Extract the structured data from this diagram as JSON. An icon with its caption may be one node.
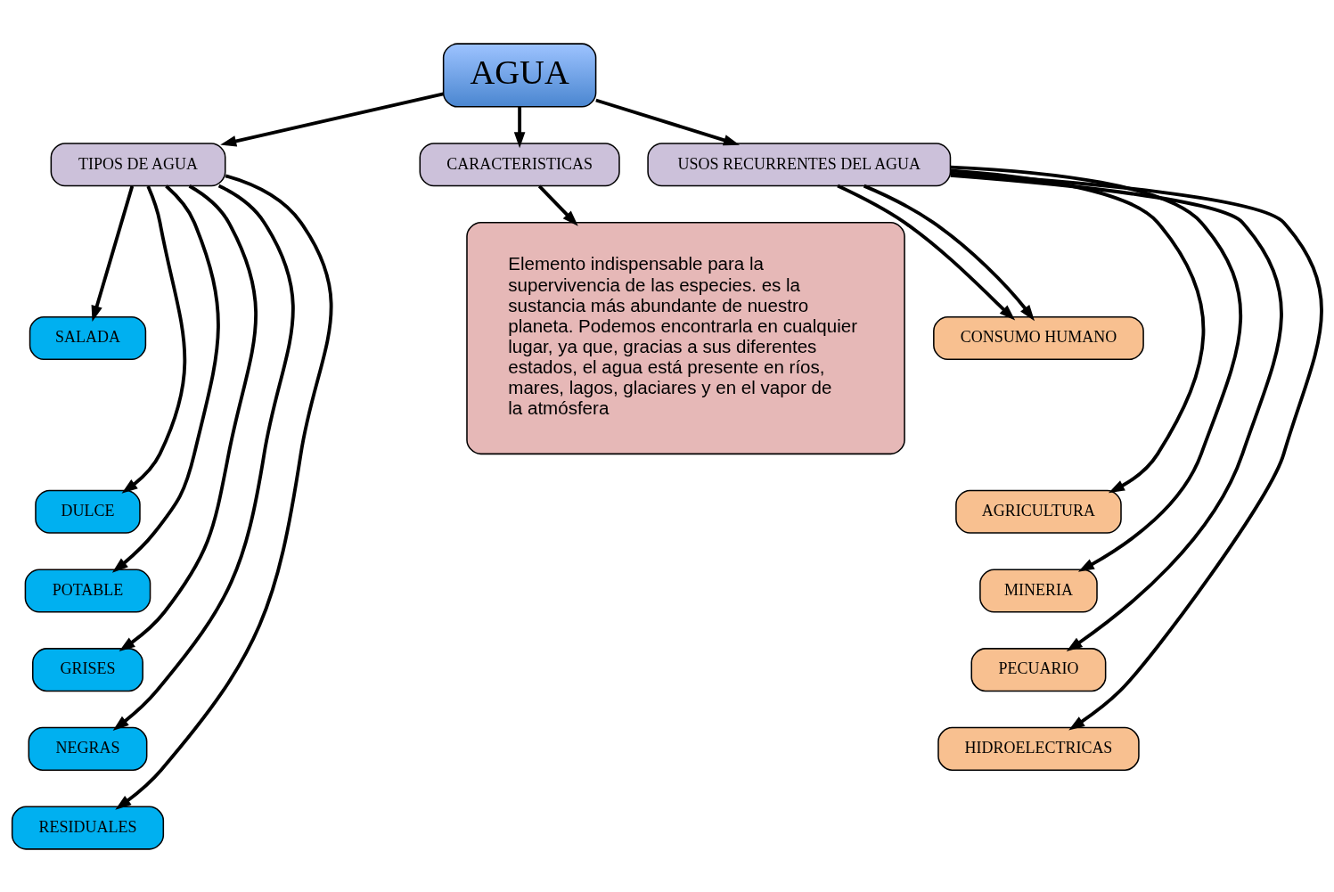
{
  "diagram": {
    "nodes": [
      {
        "text": [
          "AGUA"
        ]
      },
      {
        "text": [
          "TIPOS DE AGUA"
        ]
      },
      {
        "text": [
          "CARACTERISTICAS"
        ]
      },
      {
        "text": [
          "USOS RECURRENTES DEL AGUA"
        ]
      },
      {
        "text": [
          "SALADA"
        ]
      },
      {
        "text": [
          "DULCE"
        ]
      },
      {
        "text": [
          "POTABLE"
        ]
      },
      {
        "text": [
          "GRISES"
        ]
      },
      {
        "text": [
          "NEGRAS"
        ]
      },
      {
        "text": [
          "RESIDUALES"
        ]
      },
      {
        "text": [
          "Elemento indispensable para la supervivencia de las especies. es la sustancia más abundante de nuestro planeta. Podemos encontrarla en cualquier lugar, ya que, gracias a sus diferentes estados, el agua está presente en ríos, mares, lagos, glaciares y en el vapor de la atmósfera"
        ]
      },
      {
        "text": [
          "CONSUMO HUMANO"
        ]
      },
      {
        "text": [
          "AGRICULTURA"
        ]
      },
      {
        "text": [
          "MINERIA"
        ]
      },
      {
        "text": [
          "PECUARIO"
        ]
      },
      {
        "text": [
          "HIDROELECTRICAS"
        ]
      }
    ],
    "edges": [
      {
        "from": 0,
        "to": 1,
        "arrow": "to"
      },
      {
        "from": 0,
        "to": 2,
        "arrow": "to"
      },
      {
        "from": 0,
        "to": 3,
        "arrow": "to"
      },
      {
        "from": 1,
        "to": 4,
        "arrow": "to"
      },
      {
        "from": 1,
        "to": 5,
        "arrow": "to"
      },
      {
        "from": 1,
        "to": 6,
        "arrow": "to"
      },
      {
        "from": 1,
        "to": 7,
        "arrow": "to"
      },
      {
        "from": 1,
        "to": 8,
        "arrow": "to"
      },
      {
        "from": 1,
        "to": 9,
        "arrow": "to"
      },
      {
        "from": 2,
        "to": 10,
        "arrow": "to"
      },
      {
        "from": 3,
        "to": 11,
        "arrow": "to"
      },
      {
        "from": 3,
        "to": 11,
        "arrow": "to"
      },
      {
        "from": 3,
        "to": 12,
        "arrow": "to"
      },
      {
        "from": 3,
        "to": 13,
        "arrow": "to"
      },
      {
        "from": 3,
        "to": 14,
        "arrow": "to"
      },
      {
        "from": 3,
        "to": 15,
        "arrow": "to"
      }
    ]
  }
}
